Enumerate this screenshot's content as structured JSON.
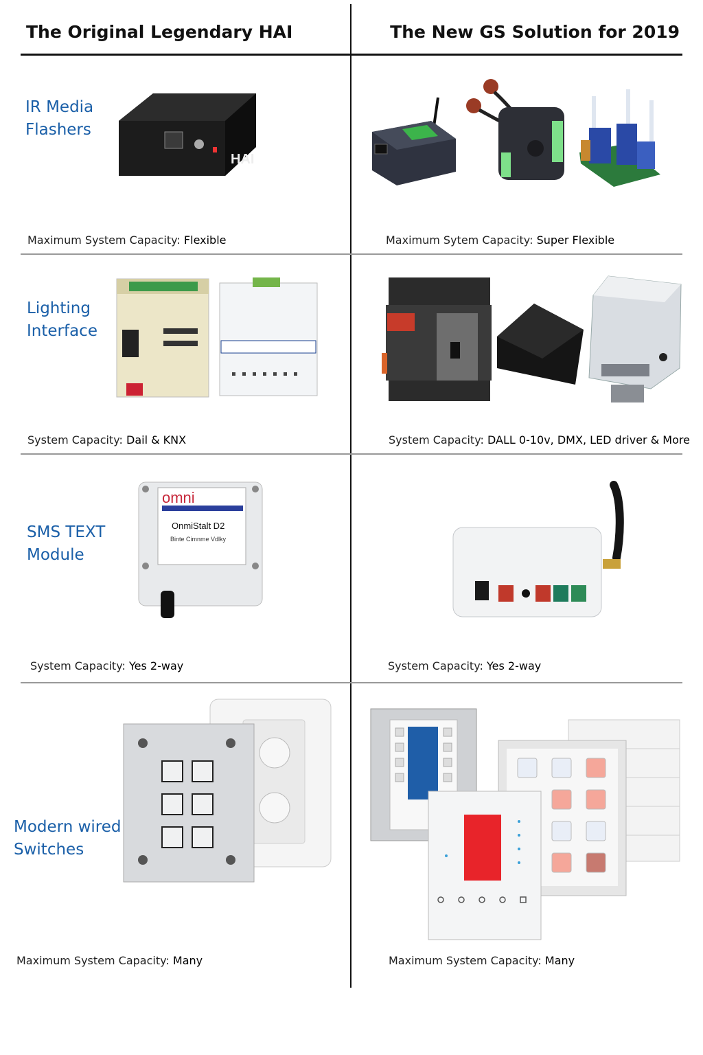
{
  "header": {
    "left_title": "The Original Legendary HAI",
    "right_title": "The New GS Solution for 2019"
  },
  "rows": [
    {
      "category_line1": "IR Media",
      "category_line2": "Flashers",
      "left_caption_label": "Maximum System Capacity:",
      "left_caption_value": "Flexible",
      "right_caption_label": "Maximum Sytem Capacity:",
      "right_caption_value": "Super Flexible"
    },
    {
      "category_line1": "Lighting",
      "category_line2": "Interface",
      "left_caption_label": "System Capacity:",
      "left_caption_value": "Dail & KNX",
      "right_caption_label": "System Capacity:",
      "right_caption_value": "DALL 0-10v, DMX, LED driver & More"
    },
    {
      "category_line1": "SMS TEXT",
      "category_line2": "Module",
      "left_caption_label": "System Capacity:",
      "left_caption_value": "Yes 2-way",
      "right_caption_label": "System Capacity:",
      "right_caption_value": "Yes 2-way"
    },
    {
      "category_line1": "Modern wired",
      "category_line2": "Switches",
      "left_caption_label": "Maximum System Capacity:",
      "left_caption_value": "Many",
      "right_caption_label": "Maximum System Capacity:",
      "right_caption_value": "Many"
    }
  ],
  "product_labels": {
    "hai_logo": "HAI",
    "omni_brand": "omni",
    "omni_model": "OnmiStalt D2",
    "omni_sub": "Binte Cimnme Vdlky"
  }
}
